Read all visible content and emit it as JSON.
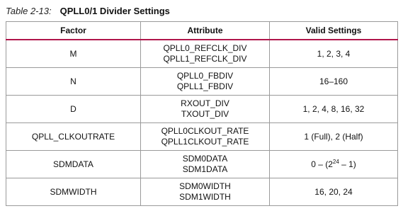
{
  "caption": {
    "number": "Table 2-13:",
    "title": "QPLL0/1 Divider Settings"
  },
  "table": {
    "headers": [
      "Factor",
      "Attribute",
      "Valid Settings"
    ],
    "rows": [
      {
        "factor": "M",
        "attributes": [
          "QPLL0_REFCLK_DIV",
          "QPLL1_REFCLK_DIV"
        ],
        "settings": "1, 2, 3, 4"
      },
      {
        "factor": "N",
        "attributes": [
          "QPLL0_FBDIV",
          "QPLL1_FBDIV"
        ],
        "settings": "16–160"
      },
      {
        "factor": "D",
        "attributes": [
          "RXOUT_DIV",
          "TXOUT_DIV"
        ],
        "settings": "1, 2, 4, 8, 16, 32"
      },
      {
        "factor": "QPLL_CLKOUTRATE",
        "attributes": [
          "QPLL0CLKOUT_RATE",
          "QPLL1CLKOUT_RATE"
        ],
        "settings": "1 (Full), 2 (Half)"
      },
      {
        "factor": "SDMDATA",
        "attributes": [
          "SDM0DATA",
          "SDM1DATA"
        ],
        "settings": {
          "prefix": "0 – (2",
          "exponent": "24",
          "suffix": " – 1)"
        }
      },
      {
        "factor": "SDMWIDTH",
        "attributes": [
          "SDM0WIDTH",
          "SDM1WIDTH"
        ],
        "settings": "16, 20, 24"
      }
    ]
  },
  "colors": {
    "header_rule": "#b0164b",
    "grid_line": "#9a9a9a"
  }
}
